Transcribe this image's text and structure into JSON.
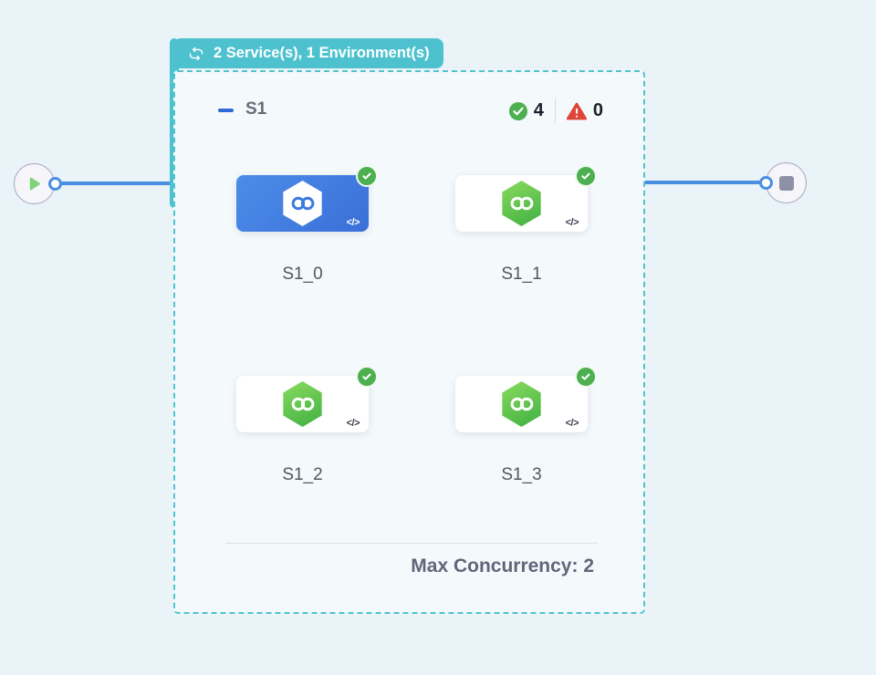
{
  "badge": {
    "label": "2 Service(s), 1 Environment(s)"
  },
  "stage": {
    "name": "S1",
    "status": {
      "success_count": "4",
      "error_count": "0"
    },
    "services": [
      {
        "label": "S1_0",
        "selected": true,
        "status": "success"
      },
      {
        "label": "S1_1",
        "selected": false,
        "status": "success"
      },
      {
        "label": "S1_2",
        "selected": false,
        "status": "success"
      },
      {
        "label": "S1_3",
        "selected": false,
        "status": "success"
      }
    ],
    "footer": {
      "max_concurrency": "Max Concurrency: 2"
    }
  },
  "icons": {
    "code": "</>"
  },
  "colors": {
    "background": "#E9F3F8",
    "teal_accent": "#4DC2CE",
    "edge_blue": "#4A8FE2",
    "selected_card_blue": "#3F7CDE",
    "success_green": "#4CAF50",
    "error_red": "#DE4538",
    "hex_green": "#5BC24D"
  }
}
